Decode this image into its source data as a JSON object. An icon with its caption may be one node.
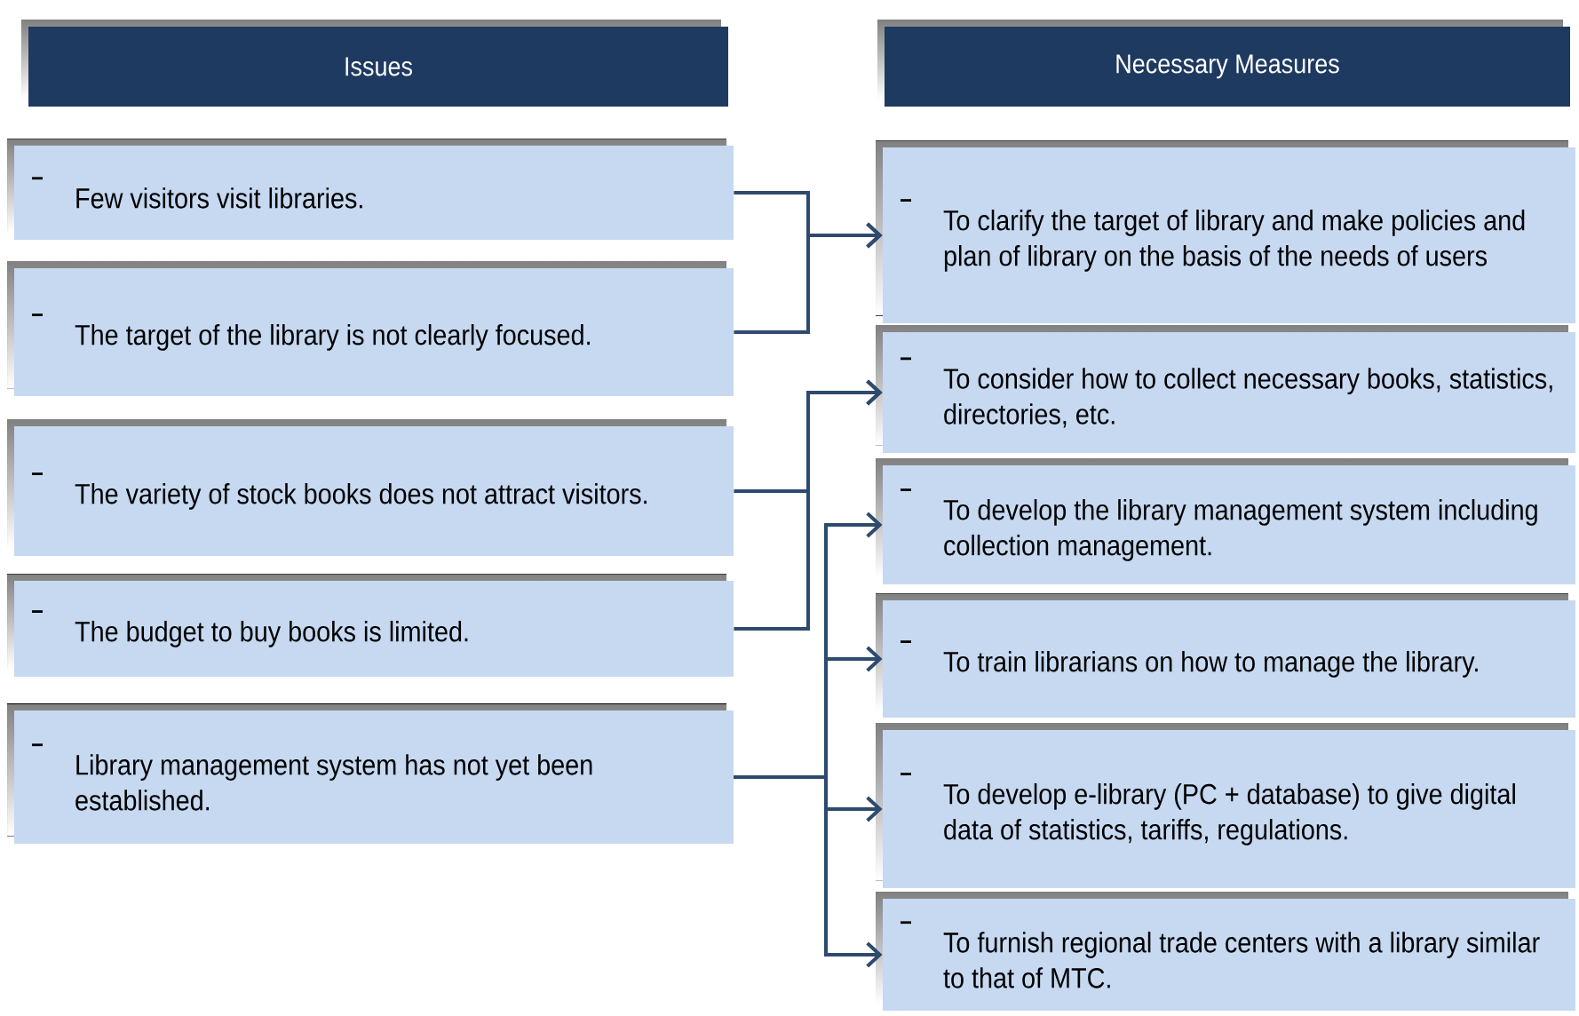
{
  "diagram": {
    "nodes": [
      {
        "text": [
          "Issues"
        ]
      },
      {
        "text": [
          "Necessary Measures"
        ]
      },
      {
        "text": [
          "Few visitors visit libraries."
        ]
      },
      {
        "text": [
          "The target of the library is not clearly focused."
        ]
      },
      {
        "text": [
          "The variety of stock books does not attract visitors."
        ]
      },
      {
        "text": [
          "The budget to buy books is limited."
        ]
      },
      {
        "text": [
          "Library management system has not yet been established."
        ]
      },
      {
        "text": [
          "To clarify the target of library and make policies and plan of library on the basis of the needs of users"
        ]
      },
      {
        "text": [
          "To consider how to collect necessary books, statistics, directories, etc."
        ]
      },
      {
        "text": [
          "To develop the library management system including collection management."
        ]
      },
      {
        "text": [
          "To train librarians on how to manage the library."
        ]
      },
      {
        "text": [
          "To develop e-library (PC + database) to give digital data of statistics, tariffs, regulations."
        ]
      },
      {
        "text": [
          "To furnish regional trade centers with a library similar to that of MTC."
        ]
      }
    ],
    "edges": [
      {
        "from": 2,
        "to": 7,
        "arrow": "to"
      },
      {
        "from": 3,
        "to": 7,
        "arrow": "to"
      },
      {
        "from": 4,
        "to": 8,
        "arrow": "to"
      },
      {
        "from": 5,
        "to": 8,
        "arrow": "to"
      },
      {
        "from": 6,
        "to": 9,
        "arrow": "to"
      },
      {
        "from": 6,
        "to": 10,
        "arrow": "to"
      },
      {
        "from": 6,
        "to": 11,
        "arrow": "to"
      },
      {
        "from": 6,
        "to": 12,
        "arrow": "to"
      }
    ]
  }
}
